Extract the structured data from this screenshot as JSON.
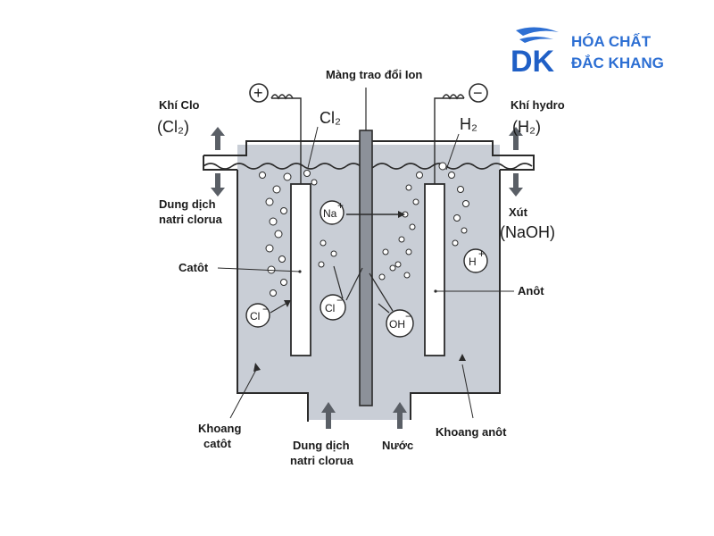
{
  "logo": {
    "mark": "DK",
    "line1": "HÓA CHẤT",
    "line2": "ĐẮC KHANG",
    "color": "#2d6fd3"
  },
  "labels": {
    "membrane": "Màng trao đổi Ion",
    "chlorine_gas_name": "Khí Clo",
    "chlorine_gas_formula": "(Cl₂)",
    "hydrogen_gas_name": "Khí hydro",
    "hydrogen_gas_formula": "(H₂)",
    "cl2_at_electrode": "Cl₂",
    "h2_at_electrode": "H₂",
    "brine_left_1": "Dung dịch",
    "brine_left_2": "natri clorua",
    "soda_1": "Xút",
    "soda_2": "(NaOH)",
    "cathode": "Catôt",
    "anode": "Anôt",
    "cathode_chamber_1": "Khoang",
    "cathode_chamber_2": "catôt",
    "brine_in_1": "Dung dịch",
    "brine_in_2": "natri clorua",
    "water_in": "Nước",
    "anode_chamber": "Khoang anôt"
  },
  "ions": {
    "na": "Na",
    "na_charge": "+",
    "h": "H",
    "h_charge": "+",
    "cl_left": "Cl",
    "cl_left_charge": "−",
    "cl_mid": "Cl",
    "cl_mid_charge": "−",
    "oh": "OH",
    "oh_charge": "−"
  },
  "terminals": {
    "positive": "+",
    "negative": "−"
  },
  "colors": {
    "liquid": "#c9ced6",
    "outline": "#2b2b2b",
    "arrow": "#5a5f66"
  }
}
